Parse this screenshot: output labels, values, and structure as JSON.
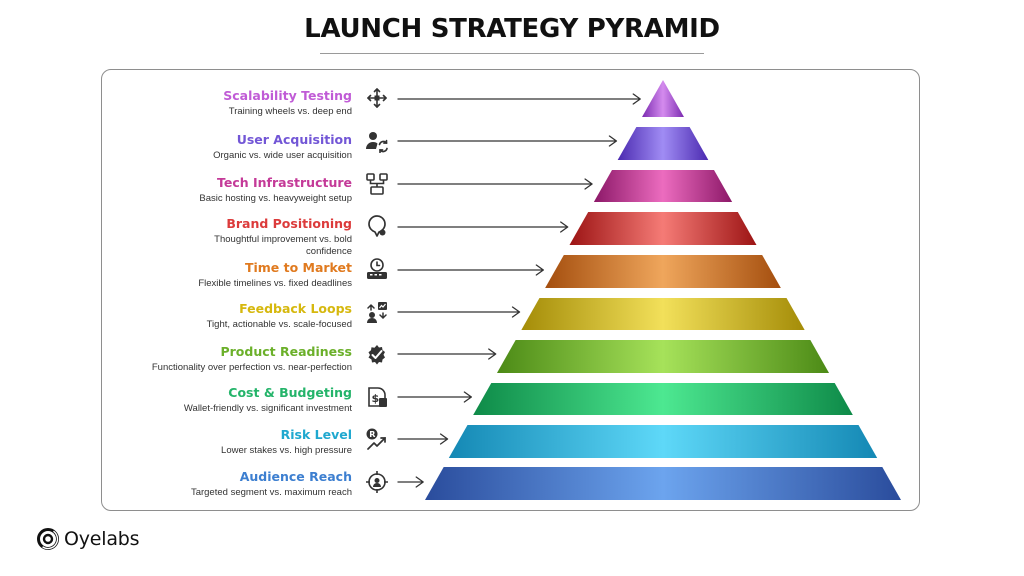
{
  "title": "LAUNCH STRATEGY PYRAMID",
  "levels": [
    {
      "title": "Scalability Testing",
      "desc": "Training wheels vs. deep end",
      "icon": "move-arrows-icon",
      "color": "#C05BD6",
      "colors": [
        "#7B2BB0",
        "#D48BEE",
        "#7B2BB0"
      ]
    },
    {
      "title": "User Acquisition",
      "desc": "Organic vs. wide user acquisition",
      "icon": "user-refresh-icon",
      "color": "#7256D6",
      "colors": [
        "#4B2AB0",
        "#A08CF4",
        "#4B2AB0"
      ]
    },
    {
      "title": "Tech Infrastructure",
      "desc": "Basic hosting vs. heavyweight setup",
      "icon": "network-icon",
      "color": "#C43A98",
      "colors": [
        "#8C1868",
        "#EC6CBF",
        "#8C1868"
      ]
    },
    {
      "title": "Brand Positioning",
      "desc": "Thoughtful improvement vs. bold confidence",
      "icon": "badge-icon",
      "color": "#DC3B3B",
      "colors": [
        "#9C1414",
        "#F57B76",
        "#9C1414"
      ]
    },
    {
      "title": "Time to Market",
      "desc": "Flexible timelines vs. fixed deadlines",
      "icon": "clock-calendar-icon",
      "color": "#E07A1F",
      "colors": [
        "#A44E0E",
        "#EFA65C",
        "#A44E0E"
      ]
    },
    {
      "title": "Feedback Loops",
      "desc": "Tight, actionable vs. scale-focused",
      "icon": "feedback-icon",
      "color": "#D6B80E",
      "colors": [
        "#A48C08",
        "#F2E05A",
        "#A48C08"
      ]
    },
    {
      "title": "Product Readiness",
      "desc": "Functionality over perfection vs. near-perfection",
      "icon": "checkmark-gear-icon",
      "color": "#6BB02A",
      "colors": [
        "#4C8A16",
        "#A6E25A",
        "#4C8A16"
      ]
    },
    {
      "title": "Cost & Budgeting",
      "desc": "Wallet-friendly vs. significant investment",
      "icon": "money-icon",
      "color": "#24B46A",
      "colors": [
        "#0E8A48",
        "#4DE891",
        "#0E8A48"
      ]
    },
    {
      "title": "Risk Level",
      "desc": "Lower stakes vs. high pressure",
      "icon": "risk-chart-icon",
      "color": "#1FA8CF",
      "colors": [
        "#1488B4",
        "#5ED8F8",
        "#1488B4"
      ]
    },
    {
      "title": "Audience Reach",
      "desc": "Targeted segment vs. maximum reach",
      "icon": "target-icon",
      "color": "#3D7FD0",
      "colors": [
        "#2A4C9C",
        "#6CA4EE",
        "#2A4C9C"
      ]
    }
  ],
  "brand": {
    "name": "Oyelabs",
    "logo_icon": "oyelabs-logo-icon"
  }
}
